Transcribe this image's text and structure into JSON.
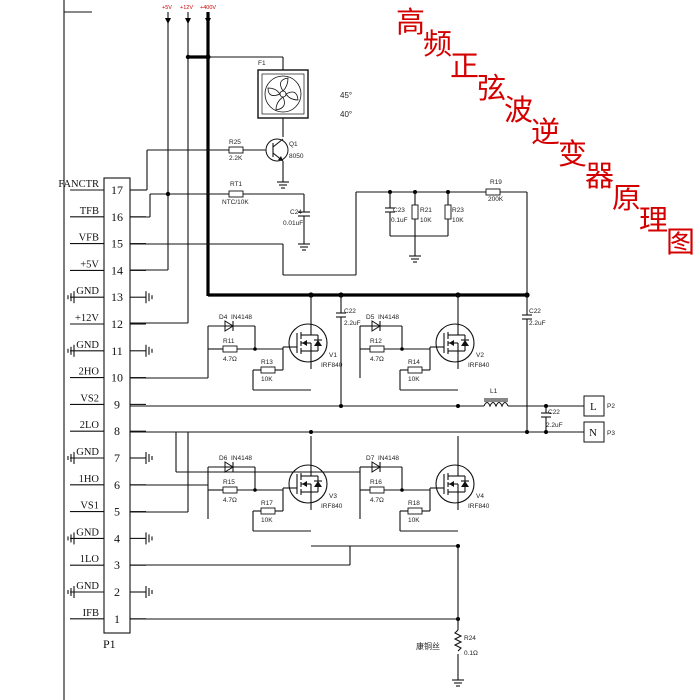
{
  "title": "高频正弦波逆变器原理图",
  "rails": {
    "plus5": "+5V",
    "plus12": "+12V",
    "plus400": "+400V"
  },
  "connector": {
    "name": "P1",
    "pins": [
      {
        "num": "17",
        "label": "FANCTR"
      },
      {
        "num": "16",
        "label": "TFB"
      },
      {
        "num": "15",
        "label": "VFB"
      },
      {
        "num": "14",
        "label": "+5V"
      },
      {
        "num": "13",
        "label": "GND"
      },
      {
        "num": "12",
        "label": "+12V"
      },
      {
        "num": "11",
        "label": "GND"
      },
      {
        "num": "10",
        "label": "2HO"
      },
      {
        "num": "9",
        "label": "VS2"
      },
      {
        "num": "8",
        "label": "2LO"
      },
      {
        "num": "7",
        "label": "GND"
      },
      {
        "num": "6",
        "label": "1HO"
      },
      {
        "num": "5",
        "label": "VS1"
      },
      {
        "num": "4",
        "label": "GND"
      },
      {
        "num": "3",
        "label": "1LO"
      },
      {
        "num": "2",
        "label": "GND"
      },
      {
        "num": "1",
        "label": "IFB"
      }
    ]
  },
  "fan": {
    "ref": "F1",
    "note1": "45°",
    "note2": "40°"
  },
  "components": {
    "r25": {
      "ref": "R25",
      "value": "2.2K"
    },
    "q1": {
      "ref": "Q1",
      "value": "8050"
    },
    "rt1": {
      "ref": "RT1",
      "value": "NTC/10K"
    },
    "c24": {
      "ref": "C24",
      "value": "0.01uF"
    },
    "c23": {
      "ref": "C23",
      "value": "0.1uF"
    },
    "r21": {
      "ref": "R21",
      "value": "10K"
    },
    "r23": {
      "ref": "R23",
      "value": "10K"
    },
    "r19": {
      "ref": "R19",
      "value": "200K"
    },
    "c22a": {
      "ref": "C22",
      "value": "2.2uF"
    },
    "c22b": {
      "ref": "C22",
      "value": "2.2uF"
    },
    "c22c": {
      "ref": "C22",
      "value": "2.2uF"
    },
    "d4": {
      "ref": "D4",
      "value": "IN4148"
    },
    "d5": {
      "ref": "D5",
      "value": "IN4148"
    },
    "d6": {
      "ref": "D6",
      "value": "IN4148"
    },
    "d7": {
      "ref": "D7",
      "value": "IN4148"
    },
    "r11": {
      "ref": "R11",
      "value": "4.7Ω"
    },
    "r12": {
      "ref": "R12",
      "value": "4.7Ω"
    },
    "r15": {
      "ref": "R15",
      "value": "4.7Ω"
    },
    "r16": {
      "ref": "R16",
      "value": "4.7Ω"
    },
    "r13": {
      "ref": "R13",
      "value": "10K"
    },
    "r14": {
      "ref": "R14",
      "value": "10K"
    },
    "r17": {
      "ref": "R17",
      "value": "10K"
    },
    "r18": {
      "ref": "R18",
      "value": "10K"
    },
    "v1": {
      "ref": "V1",
      "value": "IRF840"
    },
    "v2": {
      "ref": "V2",
      "value": "IRF840"
    },
    "v3": {
      "ref": "V3",
      "value": "IRF840"
    },
    "v4": {
      "ref": "V4",
      "value": "IRF840"
    },
    "l1": {
      "ref": "L1"
    },
    "r24": {
      "ref": "R24",
      "value": "0.1Ω",
      "note": "康铜丝"
    }
  },
  "terminals": {
    "l": {
      "letter": "L",
      "ref": "P2"
    },
    "n": {
      "letter": "N",
      "ref": "P3"
    }
  }
}
